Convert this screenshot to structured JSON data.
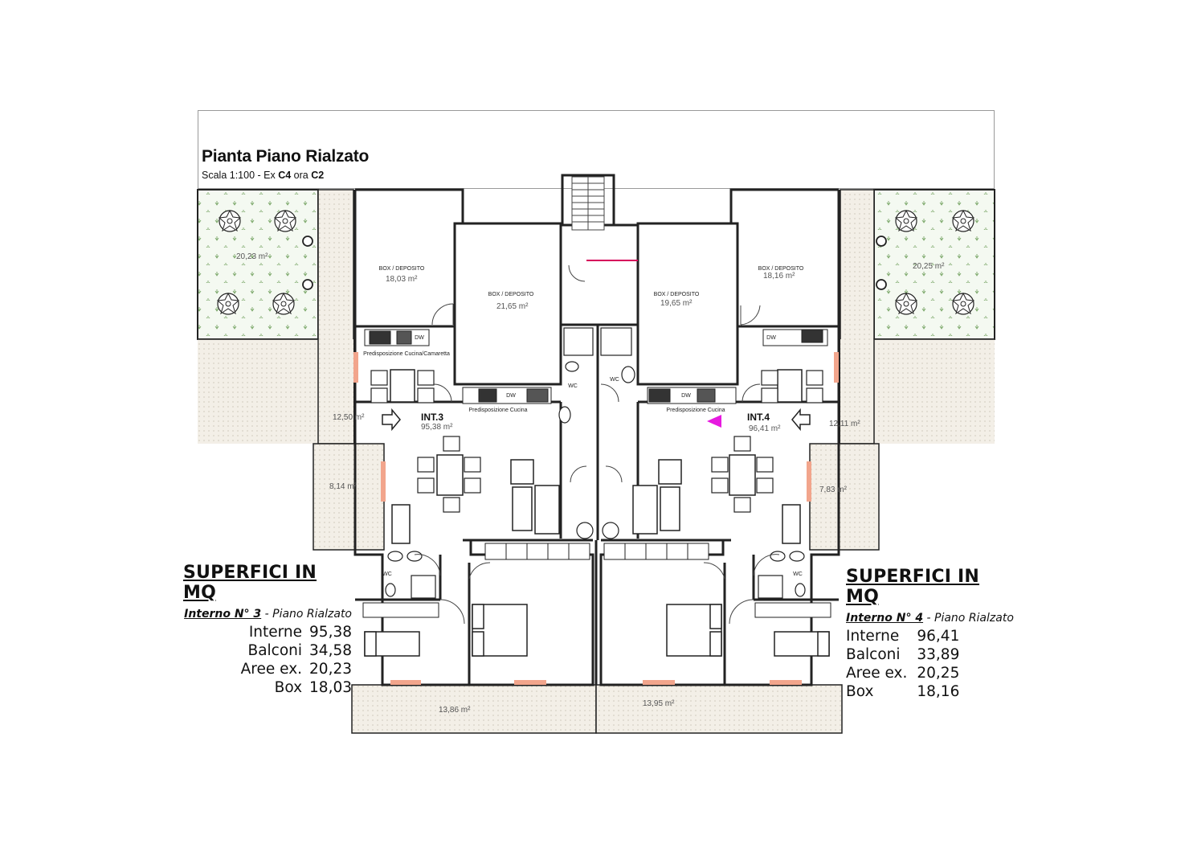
{
  "plan": {
    "title": "Pianta Piano Rialzato",
    "scale_prefix": "Scala 1:100 - Ex ",
    "scale_c4": "C4",
    "scale_mid": " ora ",
    "scale_c2": "C2"
  },
  "rooms": {
    "garden_left_area": "20,23 m²",
    "garden_right_area": "20,25 m²",
    "box_1_label": "BOX / DEPOSITO",
    "box_1_area": "18,03 m²",
    "box_2_label": "BOX / DEPOSITO",
    "box_2_area": "21,65 m²",
    "box_3_label": "BOX / DEPOSITO",
    "box_3_area": "19,65 m²",
    "box_4_label": "BOX / DEPOSITO",
    "box_4_area": "18,16 m²",
    "kitchen_prep_a": "Predisposizione Cucina/Camaretta",
    "kitchen_prep_b": "Predisposizione Cucina",
    "kitchen_prep_c": "Predisposizione Cucina",
    "wc": "WC",
    "dw": "DW",
    "int3_label": "INT.3",
    "int3_area": "95,38 m²",
    "int4_label": "INT.4",
    "int4_area": "96,41 m²",
    "balcony_left_top": "12,50 m²",
    "balcony_left_mid": "8,14 m²",
    "balcony_right_top": "12,11 m²",
    "balcony_right_mid": "7,83 m²",
    "balcony_bottom_left": "13,86 m²",
    "balcony_bottom_right": "13,95 m²"
  },
  "summary_3": {
    "heading": "SUPERFICI IN MQ",
    "unit_label": "Interno N° 3",
    "floor_label": " - Piano Rialzato",
    "rows": [
      {
        "label": "Interne",
        "value": "95,38"
      },
      {
        "label": "Balconi",
        "value": "34,58"
      },
      {
        "label": "Aree ex.",
        "value": "20,23"
      },
      {
        "label": "Box",
        "value": "18,03"
      }
    ]
  },
  "summary_4": {
    "heading": "SUPERFICI IN MQ",
    "unit_label": "Interno N° 4",
    "floor_label": " - Piano Rialzato",
    "rows": [
      {
        "label": "Interne",
        "value": "96,41"
      },
      {
        "label": "Balconi",
        "value": "33,89"
      },
      {
        "label": "Aree ex.",
        "value": "20,25"
      },
      {
        "label": "Box",
        "value": "18,16"
      }
    ]
  },
  "colors": {
    "wall": "#222222",
    "balcony_fill": "#f1ece3",
    "garden_fill": "#eef5ea",
    "window_accent": "#f2a58c",
    "marker": "#e61adf"
  }
}
